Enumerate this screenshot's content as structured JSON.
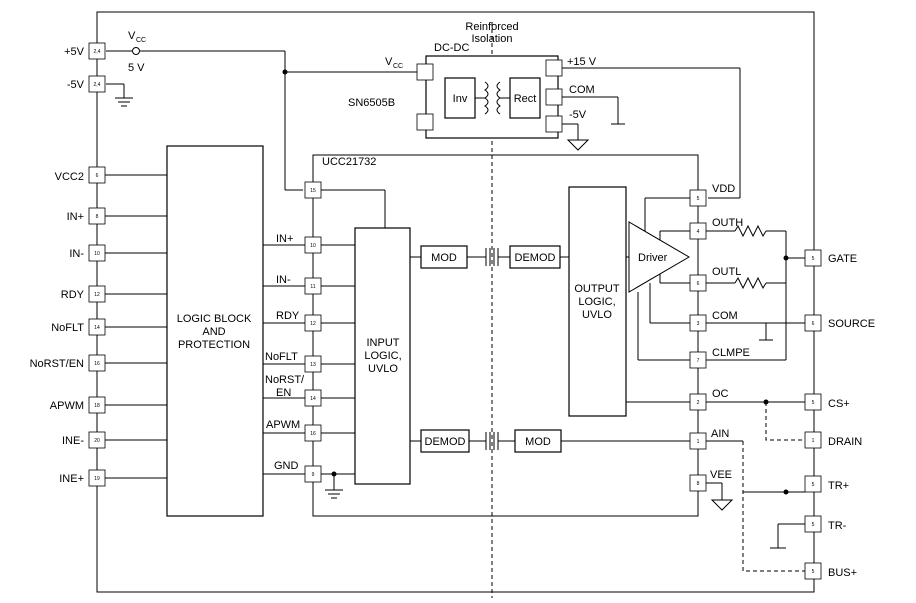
{
  "isolation_label": [
    "Reinforced",
    "Isolation"
  ],
  "vcc": {
    "label": "V",
    "sub": "CC",
    "voltage": "5 V"
  },
  "dcdc": {
    "title": "DC-DC",
    "part": "SN6505B",
    "vcc_label": "V",
    "vcc_sub": "CC",
    "inv": "Inv",
    "rect": "Rect",
    "out_plus": "+15 V",
    "out_com": "COM",
    "out_minus": "-5V"
  },
  "ic": {
    "name": "UCC21732",
    "logic_block": [
      "LOGIC BLOCK",
      "AND",
      "PROTECTION"
    ],
    "input_logic": [
      "INPUT",
      "LOGIC,",
      "UVLO"
    ],
    "output_logic": [
      "OUTPUT",
      "LOGIC,",
      "UVLO"
    ],
    "driver": "Driver",
    "mod_top": "MOD",
    "demod_top": "DEMOD",
    "demod_bottom": "DEMOD",
    "mod_bottom": "MOD"
  },
  "left_pins": [
    {
      "label": "+5V",
      "num": "2,4"
    },
    {
      "label": "-5V",
      "num": "2,4"
    },
    {
      "label": "VCC2",
      "num": "6"
    },
    {
      "label": "IN+",
      "num": "8"
    },
    {
      "label": "IN-",
      "num": "10"
    },
    {
      "label": "RDY",
      "num": "12"
    },
    {
      "label": "NoFLT",
      "num": "14"
    },
    {
      "label": "NoRST/EN",
      "num": "16"
    },
    {
      "label": "APWM",
      "num": "18"
    },
    {
      "label": "INE-",
      "num": "20"
    },
    {
      "label": "INE+",
      "num": "19"
    }
  ],
  "ic_left_pins": [
    {
      "label": "",
      "num": "15"
    },
    {
      "label": "IN+",
      "num": "10"
    },
    {
      "label": "IN-",
      "num": "11"
    },
    {
      "label": "RDY",
      "num": "12"
    },
    {
      "label": "NoFLT",
      "num": "13"
    },
    {
      "label": "NoRST/",
      "label2": "EN",
      "num": "14"
    },
    {
      "label": "APWM",
      "num": "16"
    },
    {
      "label": "GND",
      "num": "9"
    }
  ],
  "ic_right_pins": [
    {
      "label": "VDD",
      "num": "5"
    },
    {
      "label": "OUTH",
      "num": "4"
    },
    {
      "label": "OUTL",
      "num": "6"
    },
    {
      "label": "COM",
      "num": "3"
    },
    {
      "label": "CLMPE",
      "num": "7"
    },
    {
      "label": "OC",
      "num": "2"
    },
    {
      "label": "AIN",
      "num": "1"
    },
    {
      "label": "VEE",
      "num": "8"
    }
  ],
  "right_pins": [
    {
      "label": "GATE",
      "num": "5"
    },
    {
      "label": "SOURCE",
      "num": "6"
    },
    {
      "label": "CS+",
      "num": "5"
    },
    {
      "label": "DRAIN",
      "num": "1"
    },
    {
      "label": "TR+",
      "num": "5"
    },
    {
      "label": "TR-",
      "num": "5"
    },
    {
      "label": "BUS+",
      "num": "5"
    }
  ]
}
